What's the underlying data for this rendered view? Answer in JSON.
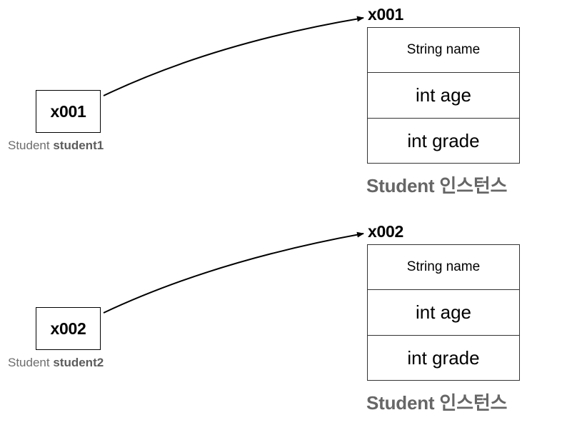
{
  "diagram": {
    "references": [
      {
        "value": "x001",
        "var_type": "Student",
        "var_name": "student1",
        "instance": {
          "address": "x001",
          "fields": [
            "String name",
            "int age",
            "int grade"
          ],
          "caption": "Student 인스턴스"
        }
      },
      {
        "value": "x002",
        "var_type": "Student",
        "var_name": "student2",
        "instance": {
          "address": "x002",
          "fields": [
            "String name",
            "int age",
            "int grade"
          ],
          "caption": "Student 인스턴스"
        }
      }
    ]
  }
}
